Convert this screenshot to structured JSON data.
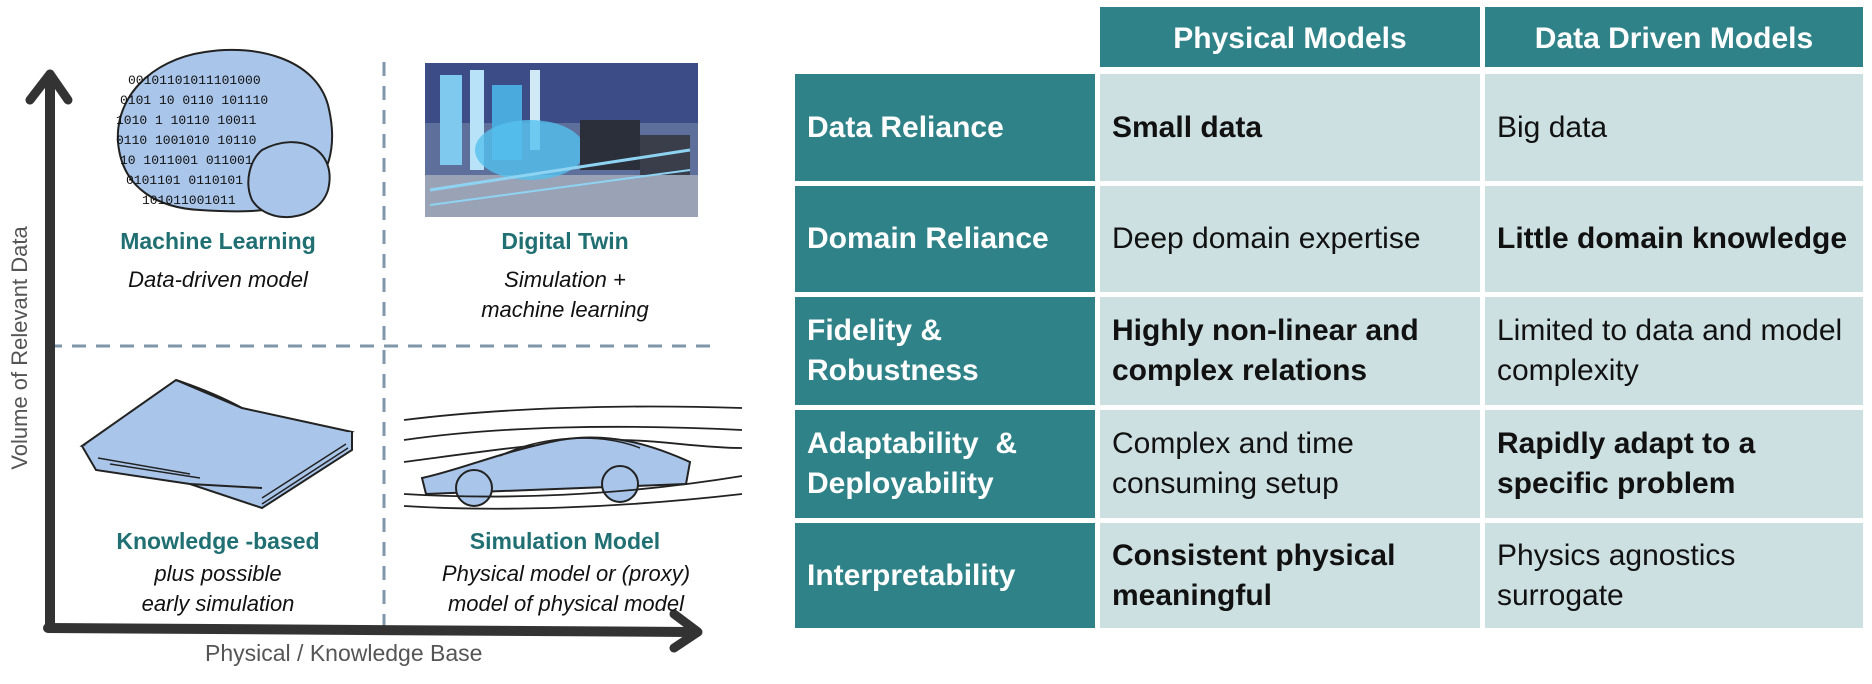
{
  "axes": {
    "y_label": "Volume of Relevant Data",
    "x_label": "Physical / Knowledge Base"
  },
  "quadrants": {
    "machine_learning": {
      "title": "Machine Learning",
      "subtitle": "Data-driven model",
      "icon": "binary-brain-icon"
    },
    "digital_twin": {
      "title": "Digital Twin",
      "subtitle_1": "Simulation +",
      "subtitle_2": "machine learning",
      "icon": "factory-photo"
    },
    "knowledge_based": {
      "title": "Knowledge -based",
      "subtitle_1": "plus possible",
      "subtitle_2": "early simulation",
      "icon": "open-book-icon"
    },
    "simulation_model": {
      "title": "Simulation Model",
      "subtitle_1": "Physical model or (proxy)",
      "subtitle_2": "model of physical model",
      "icon": "car-airflow-icon"
    }
  },
  "table": {
    "headers": [
      "Physical Models",
      "Data Driven Models"
    ],
    "rows": [
      {
        "label": "Data Reliance",
        "physical": "Small data",
        "data_driven": "Big data"
      },
      {
        "label": "Domain Reliance",
        "physical": "Deep domain expertise",
        "data_driven": "Little domain knowledge"
      },
      {
        "label_1": "Fidelity &",
        "label_2": "Robustness",
        "physical": "Highly non-linear and complex relations",
        "data_driven": "Limited to data and model complexity"
      },
      {
        "label_1": "Adaptability  &",
        "label_2": "Deployability",
        "physical": "Complex and time consuming setup",
        "data_driven": "Rapidly adapt to a specific problem"
      },
      {
        "label": "Interpretability",
        "physical": "Consistent physical meaningful",
        "data_driven": "Physics agnostics surrogate"
      }
    ]
  },
  "colors": {
    "teal": "#2f8288",
    "cell_bg": "#cde0e1",
    "title_teal": "#1f6f73",
    "icon_blue": "#a9c6ea"
  }
}
